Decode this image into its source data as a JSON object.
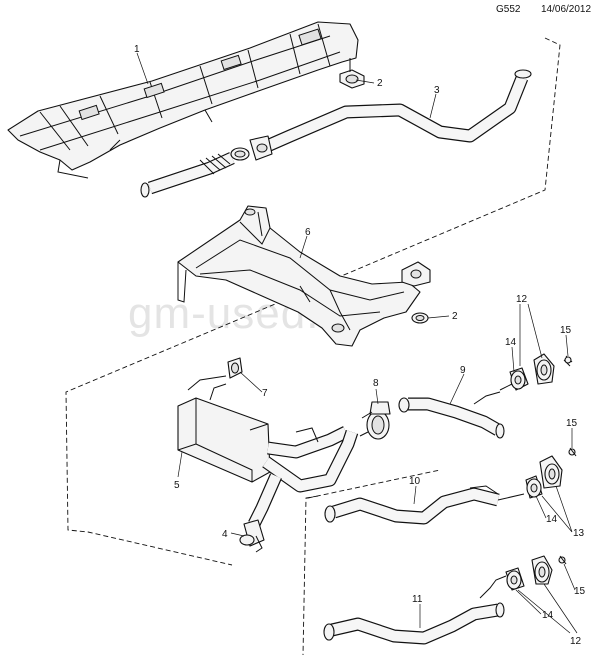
{
  "header": {
    "code": "G552",
    "date": "14/06/2012"
  },
  "watermark": "gm-used.ru",
  "callouts": [
    {
      "id": "c1",
      "text": "1"
    },
    {
      "id": "c2a",
      "text": "2"
    },
    {
      "id": "c3",
      "text": "3"
    },
    {
      "id": "c6",
      "text": "6"
    },
    {
      "id": "c2b",
      "text": "2"
    },
    {
      "id": "c12a",
      "text": "12"
    },
    {
      "id": "c14a",
      "text": "14"
    },
    {
      "id": "c15a",
      "text": "15"
    },
    {
      "id": "c7",
      "text": "7"
    },
    {
      "id": "c8",
      "text": "8"
    },
    {
      "id": "c9",
      "text": "9"
    },
    {
      "id": "c15b",
      "text": "15"
    },
    {
      "id": "c5",
      "text": "5"
    },
    {
      "id": "c10",
      "text": "10"
    },
    {
      "id": "c14b",
      "text": "14"
    },
    {
      "id": "c13",
      "text": "13"
    },
    {
      "id": "c4",
      "text": "4"
    },
    {
      "id": "c15c",
      "text": "15"
    },
    {
      "id": "c11",
      "text": "11"
    },
    {
      "id": "c14c",
      "text": "14"
    },
    {
      "id": "c12b",
      "text": "12"
    }
  ]
}
